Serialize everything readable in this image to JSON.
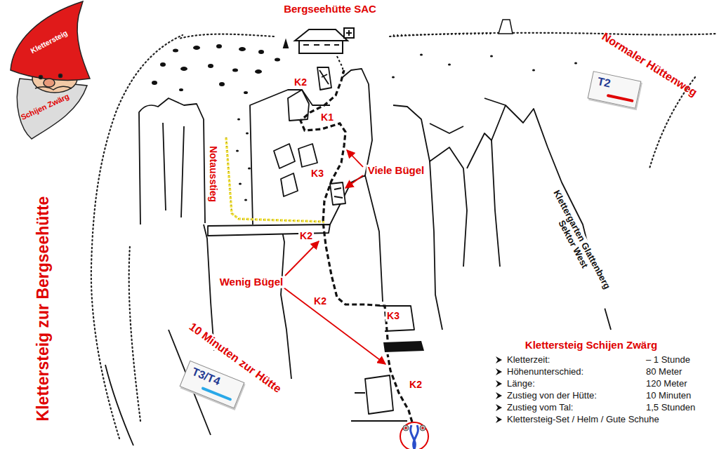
{
  "diagram": {
    "title": "Klettersteig zur Bergseehütte",
    "nodes": [
      {
        "text": [
          "T2"
        ]
      },
      {
        "text": [
          "T3/T4"
        ]
      }
    ],
    "labels": [
      "Bergseehütte SAC",
      "Klettersteig",
      "Schijen Zwärg",
      "Normaler Hüttenweg",
      "K2",
      "K1",
      "K3",
      "Viele Bügel",
      "Notausstieg",
      "K2",
      "Wenig Bügel",
      "K2",
      "K3",
      "K2",
      "Klettergarten Glattenberg Sektor West",
      "10 Minuten zur Hütte",
      "Klettersteig Schijen Zwärg",
      "Kletterzeit:",
      "– 1 Stunde",
      "Höhenunterschied:",
      "80 Meter",
      "Länge:",
      "120 Meter",
      "Zustieg von der Hütte:",
      "10 Minuten",
      "Zustieg vom Tal:",
      "1,5 Stunden",
      "Klettersteig-Set / Helm / Gute Schuhe"
    ]
  }
}
